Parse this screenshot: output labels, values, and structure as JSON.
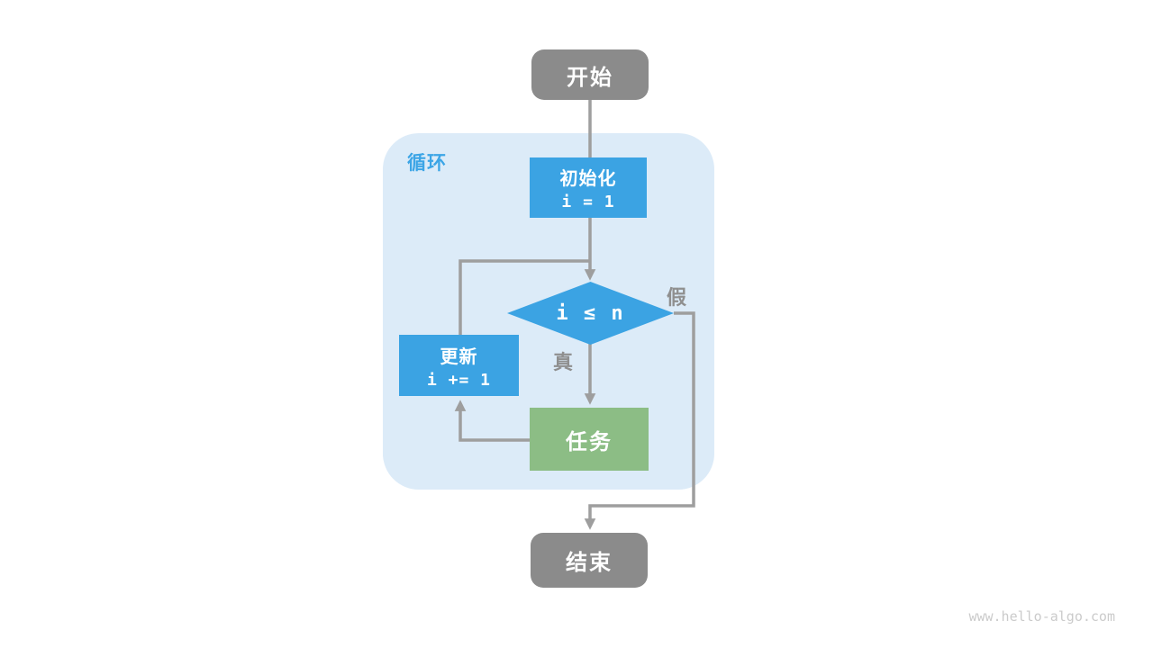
{
  "colors": {
    "node_blue": "#3ba3e3",
    "node_green": "#8cbd85",
    "node_gray": "#8b8b8b",
    "container_bg": "#dcebf8",
    "edge_gray": "#9e9e9e",
    "branch_label_gray": "#8f8f8f",
    "loop_label_blue": "#3ca5e6",
    "watermark_gray": "#cbcbcb"
  },
  "diagram": {
    "container": {
      "label": "循环"
    },
    "nodes": {
      "start": {
        "label": "开始"
      },
      "init": {
        "title": "初始化",
        "code": "i = 1"
      },
      "condition": {
        "label": "i ≤ n"
      },
      "update": {
        "title": "更新",
        "code": "i += 1"
      },
      "task": {
        "label": "任务"
      },
      "end": {
        "label": "结束"
      }
    },
    "edge_labels": {
      "true_branch": "真",
      "false_branch": "假"
    }
  },
  "footer": {
    "watermark": "www.hello-algo.com"
  }
}
